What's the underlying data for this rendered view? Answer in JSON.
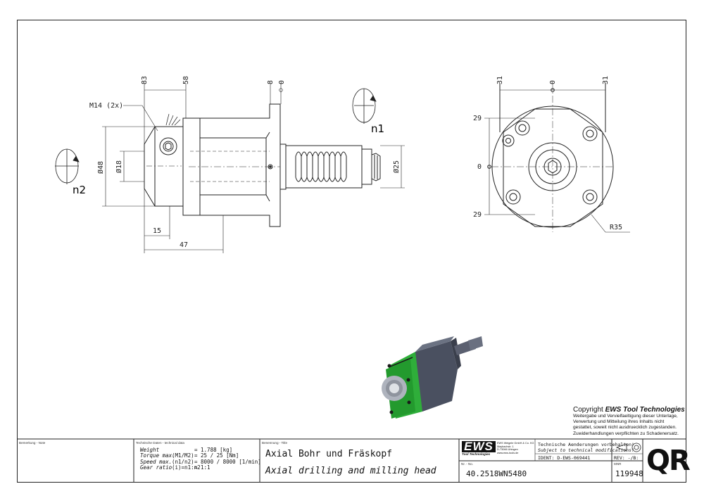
{
  "drawing": {
    "side_view_dims": {
      "d83": "83",
      "d58": "58",
      "d8": "8",
      "d0": "0",
      "thread": "M14 (2x)",
      "dia48": "Ø48",
      "dia18": "Ø18",
      "dia25": "Ø25",
      "d15": "15",
      "d47": "47",
      "n1": "n1",
      "n2": "n2"
    },
    "front_view_dims": {
      "top_left": "31",
      "top_mid": "0",
      "top_right": "31",
      "left_top": "29",
      "left_mid": "0",
      "left_bottom": "29",
      "radius": "R35"
    }
  },
  "copyright": {
    "prefix": "Copyright ",
    "brand": "EWS Tool Technologies",
    "lines": [
      "Weitergabe und Vervielfaeltigung dieser Unterlage,",
      "Verwertung und Mitteilung ihres Inhalts nicht",
      "gestattet, soweit nicht ausdruecklich zugestanden.",
      "Zuwiderhandlungen verpflichten zu Schadenersatz."
    ]
  },
  "title_block": {
    "remarks_header": "Bemerkung - Note",
    "techdata_header": "Technische Daten - technical data",
    "techdata": [
      {
        "label": "Weight",
        "sub": "",
        "value": "= 1.788 [kg]"
      },
      {
        "label": "Torque max.",
        "sub": "(M1/M2)",
        "value": "= 25 / 25 [Nm]"
      },
      {
        "label": "Speed max.",
        "sub": "(n1/n2)",
        "value": "= 8000 / 8000 [1/min]"
      },
      {
        "label": "Gear ratio",
        "sub": "(i)=n1:n2",
        "value": "= 1:1"
      }
    ],
    "title_header": "Benennung - Title",
    "title_de": "Axial Bohr und Fräskopf",
    "title_en": "Axial drilling and milling head",
    "logo_text": "EWS",
    "logo_sub": "Tool Technologies",
    "company_lines": [
      "EWS Weigele GmbH & Co. KG",
      "Maybachstr. 1",
      "D-73066 Uhingen",
      "www.ews-tools.de"
    ],
    "changes_de": "Technische Aenderungen vorbehalten!",
    "changes_en": "Subject to technical modifications!",
    "ident": "IDENT: D-EWS-069441",
    "rev": "REV: -/B:",
    "nr_label": "Nr. - No.",
    "part_no": "40.2518WN5480",
    "mnr_label": "MNR",
    "mnr": "119948",
    "qr": "QR"
  }
}
